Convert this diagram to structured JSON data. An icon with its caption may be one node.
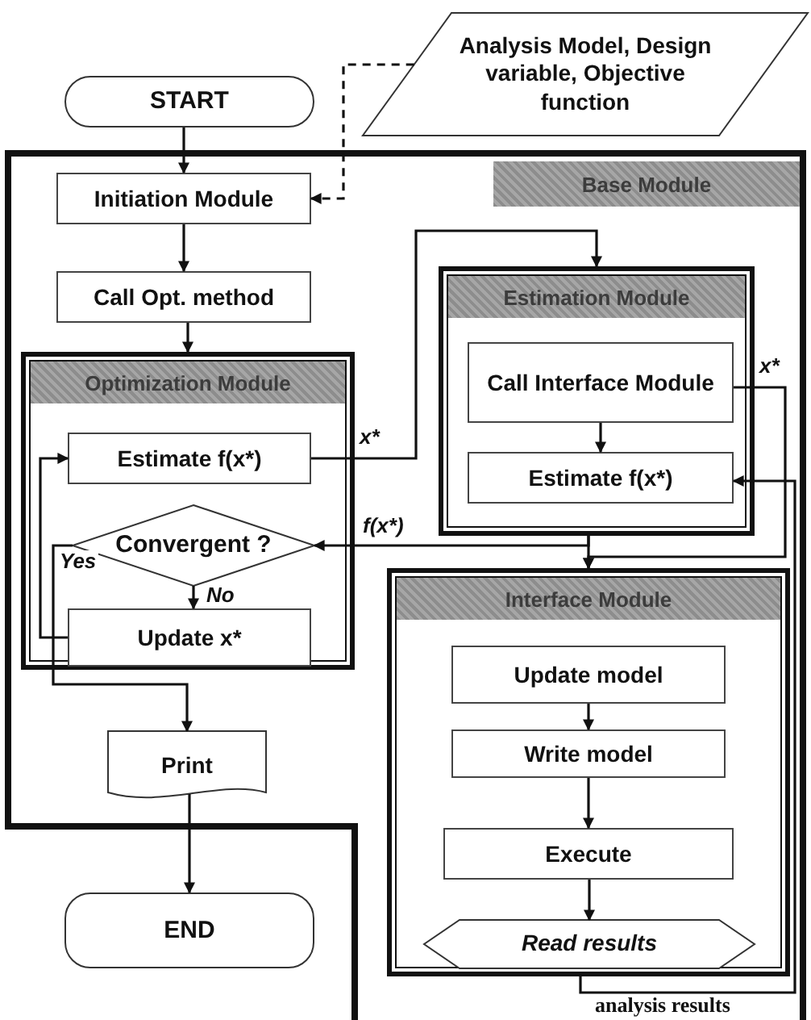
{
  "diagram": {
    "nodes": [
      {
        "text": [
          "START"
        ]
      },
      {
        "text": [
          "Analysis Model, Design variable, Objective function"
        ]
      },
      {
        "text": [
          "Base Module"
        ]
      },
      {
        "text": [
          "Initiation Module"
        ],
        "in": 2
      },
      {
        "text": [
          "Call Opt. method"
        ],
        "in": 2
      },
      {
        "text": [
          "Optimization Module"
        ],
        "in": 2
      },
      {
        "text": [
          "Estimate f(x*)"
        ],
        "in": 5
      },
      {
        "text": [
          "Convergent ?"
        ],
        "in": 5
      },
      {
        "text": [
          "Update x*"
        ],
        "in": 5
      },
      {
        "text": [
          "Estimation Module"
        ],
        "in": 2
      },
      {
        "text": [
          "Call Interface Module"
        ],
        "in": 9
      },
      {
        "text": [
          "Estimate f(x*)"
        ],
        "in": 9
      },
      {
        "text": [
          "Interface Module"
        ],
        "in": 2
      },
      {
        "text": [
          "Update model"
        ],
        "in": 12
      },
      {
        "text": [
          "Write model"
        ],
        "in": 12
      },
      {
        "text": [
          "Execute"
        ],
        "in": 12
      },
      {
        "text": [
          "Read results"
        ],
        "in": 12
      },
      {
        "text": [
          "Print"
        ],
        "in": 2
      },
      {
        "text": [
          "END"
        ]
      }
    ],
    "edges": [
      {
        "from": 0,
        "to": 3,
        "arrow": "to"
      },
      {
        "from": 1,
        "to": 3,
        "arrow": "to",
        "style": "dashed"
      },
      {
        "from": 3,
        "to": 4,
        "arrow": "to"
      },
      {
        "from": 4,
        "to": 5,
        "arrow": "to"
      },
      {
        "from": 6,
        "to": 9,
        "arrow": "to",
        "label": "x*"
      },
      {
        "from": 7,
        "to": 8,
        "arrow": "to",
        "label": "No"
      },
      {
        "from": 8,
        "to": 6,
        "arrow": "to"
      },
      {
        "from": 7,
        "to": 17,
        "arrow": "to",
        "label": "Yes"
      },
      {
        "from": 10,
        "to": 11,
        "arrow": "to"
      },
      {
        "from": 9,
        "to": 12,
        "arrow": "to"
      },
      {
        "from": 9,
        "to": 7,
        "arrow": "to",
        "label": "f(x*)"
      },
      {
        "from": 10,
        "to": 12,
        "arrow": "to",
        "label": "x*"
      },
      {
        "from": 12,
        "to": 11,
        "arrow": "to",
        "label": "analysis results"
      },
      {
        "from": 13,
        "to": 14,
        "arrow": "to"
      },
      {
        "from": 14,
        "to": 15,
        "arrow": "to"
      },
      {
        "from": 15,
        "to": 16,
        "arrow": "to"
      },
      {
        "from": 17,
        "to": 18,
        "arrow": "to"
      }
    ]
  }
}
